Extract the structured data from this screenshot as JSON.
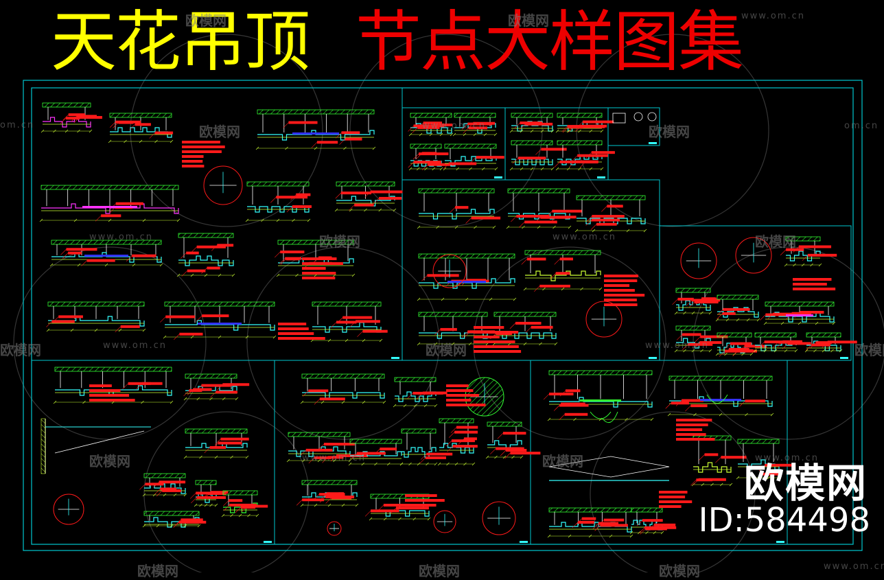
{
  "title": {
    "part1": "天花吊顶",
    "part2": "节点大样图集",
    "color_part1": "#ffff00",
    "color_part2": "#ee0000"
  },
  "watermark": {
    "brand": "欧模网",
    "url": "www.om.cn",
    "short_url": "om.cn",
    "color": "#7f7f7f"
  },
  "brand_stamp": {
    "name": "欧模网",
    "id_text": "ID:584498",
    "color": "#ffffff"
  },
  "colors": {
    "background": "#000000",
    "frame": "#00c8d0",
    "red": "#ff1a1a",
    "green": "#33ff33",
    "yellow_green": "#ccff33",
    "cyan": "#33ffff",
    "white": "#ffffff",
    "magenta": "#ff33ff",
    "blue": "#3333ff"
  }
}
